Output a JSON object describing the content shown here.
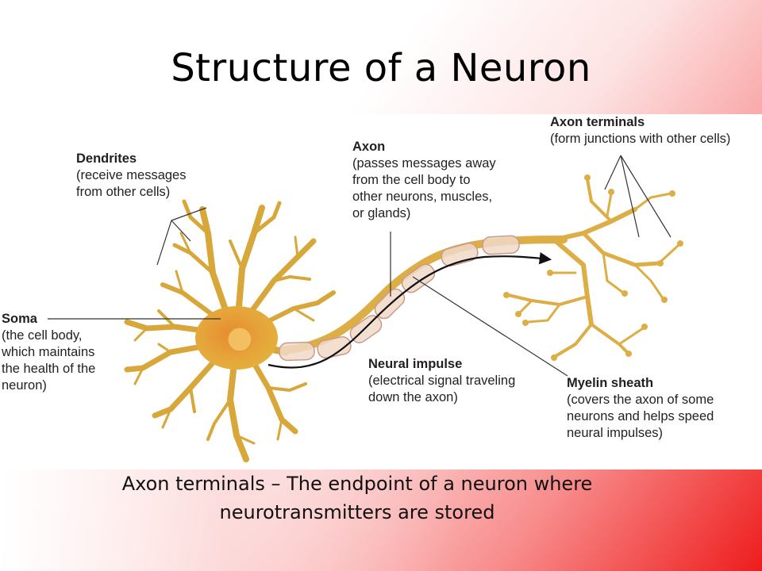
{
  "slide": {
    "title": "Structure of a Neuron",
    "caption": "Axon terminals – The endpoint of a neuron where neurotransmitters are stored"
  },
  "labels": {
    "dendrites": {
      "heading": "Dendrites",
      "desc": "(receive messages\nfrom other cells)"
    },
    "axon": {
      "heading": "Axon",
      "desc": "(passes messages away\nfrom the cell body to\nother neurons, muscles,\nor glands)"
    },
    "axon_terminals": {
      "heading": "Axon terminals",
      "desc": "(form junctions with other cells)"
    },
    "soma": {
      "heading": "Soma",
      "desc": "(the cell body,\nwhich maintains\nthe health of the\nneuron)"
    },
    "neural_impulse": {
      "heading": "Neural impulse",
      "desc": "(electrical signal traveling\ndown the axon)"
    },
    "myelin_sheath": {
      "heading": "Myelin sheath",
      "desc": "(covers the axon of some\nneurons and helps speed\nneural impulses)"
    }
  },
  "colors": {
    "neuron_fill": "#e3b23c",
    "neuron_stroke": "#b8862a",
    "soma_center": "#d9731f",
    "myelin_fill": "#f0d9c8",
    "myelin_stroke": "#c99a8a"
  }
}
